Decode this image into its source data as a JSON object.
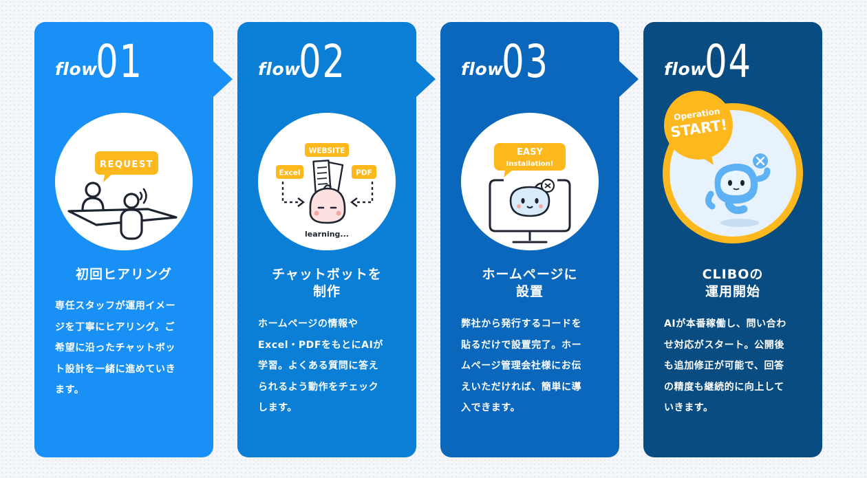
{
  "flow_label": "flow",
  "colors": {
    "card1": "#1890f5",
    "card2": "#0b7ed6",
    "card3": "#0a67bb",
    "card4": "#084c82",
    "accent": "#fdb81e",
    "ink": "#1e2330"
  },
  "steps": [
    {
      "number": "01",
      "title": "初回ヒアリング",
      "description": "専任スタッフが運用イメー\nジを丁寧にヒアリング。ご\n希望に沿ったチャットボッ\nト設計を一緒に進めていき\nます。",
      "illustration": {
        "icon": "request-meeting-icon",
        "badge": "REQUEST"
      }
    },
    {
      "number": "02",
      "title": "チャットボットを\n制作",
      "description": "ホームページの情報や\nExcel・PDFをもとにAIが\n学習。よくある質問に答え\nられるよう動作をチェック\nします。",
      "illustration": {
        "icon": "learning-documents-icon",
        "badge": "WEBSITE",
        "tag_left": "Excel",
        "tag_right": "PDF",
        "caption": "learning..."
      }
    },
    {
      "number": "03",
      "title": "ホームページに\n設置",
      "description": "弊社から発行するコードを\n貼るだけで設置完了。ホー\nムページ管理会社様にお伝\nえいただければ、簡単に導\n入できます。",
      "illustration": {
        "icon": "monitor-installation-icon",
        "badge_line1": "EASY",
        "badge_line2": "Installation!"
      }
    },
    {
      "number": "04",
      "title": "CLIBOの\n運用開始",
      "description": "AIが本番稼働し、問い合わ\nせ対応がスタート。公開後\nも追加修正が可能で、回答\nの精度も継続的に向上して\nいきます。",
      "illustration": {
        "icon": "robot-operation-icon",
        "sticker_line1": "Operation",
        "sticker_line2": "START!"
      }
    }
  ]
}
